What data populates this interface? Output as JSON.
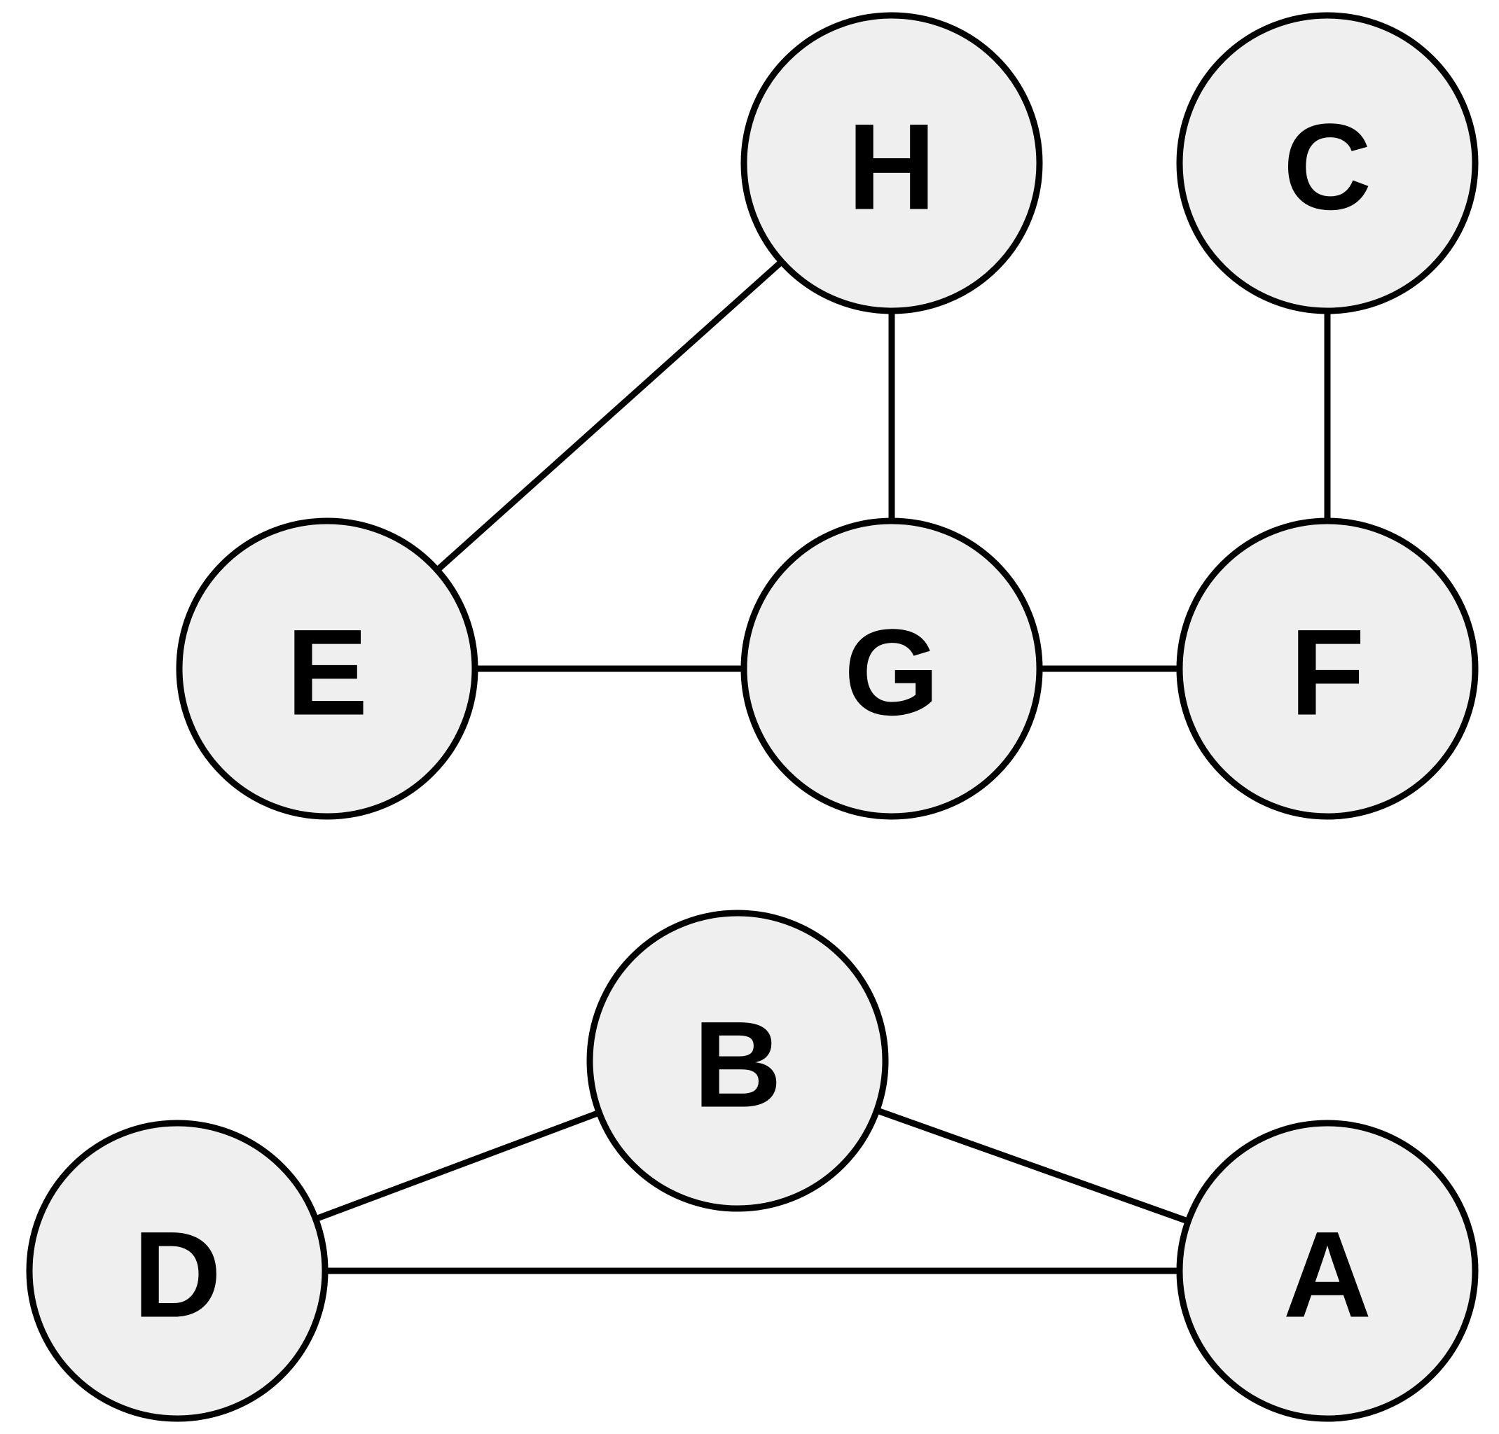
{
  "diagram": {
    "type": "undirected-graph",
    "colors": {
      "node_fill": "#efefef",
      "node_stroke": "#000000",
      "edge_stroke": "#000000",
      "label": "#000000"
    },
    "nodes": [
      {
        "id": "H",
        "label": "H"
      },
      {
        "id": "C",
        "label": "C"
      },
      {
        "id": "E",
        "label": "E"
      },
      {
        "id": "G",
        "label": "G"
      },
      {
        "id": "F",
        "label": "F"
      },
      {
        "id": "B",
        "label": "B"
      },
      {
        "id": "D",
        "label": "D"
      },
      {
        "id": "A",
        "label": "A"
      }
    ],
    "edges": [
      {
        "from": "H",
        "to": "E"
      },
      {
        "from": "H",
        "to": "G"
      },
      {
        "from": "C",
        "to": "F"
      },
      {
        "from": "E",
        "to": "G"
      },
      {
        "from": "G",
        "to": "F"
      },
      {
        "from": "B",
        "to": "D"
      },
      {
        "from": "B",
        "to": "A"
      },
      {
        "from": "D",
        "to": "A"
      }
    ]
  }
}
